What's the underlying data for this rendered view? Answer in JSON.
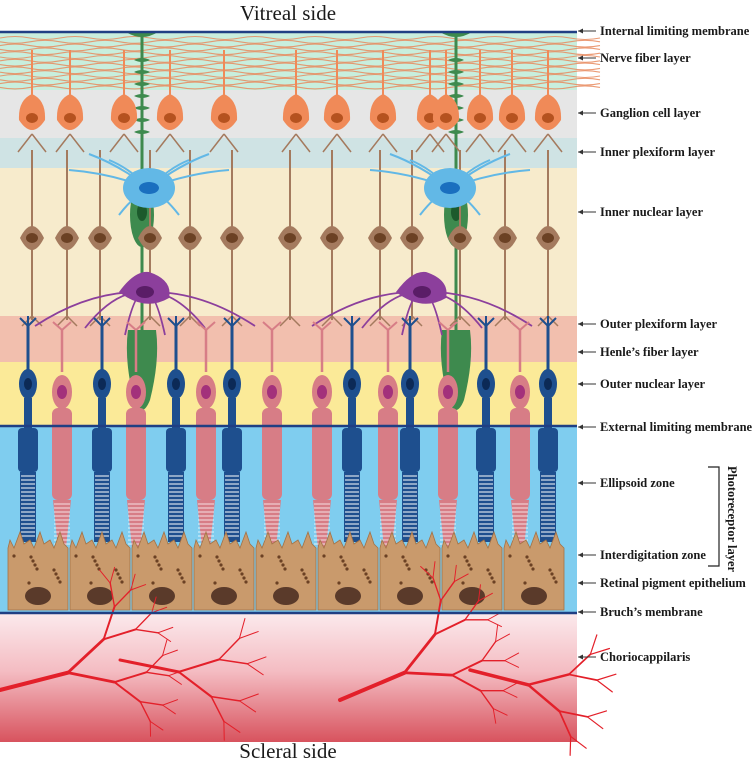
{
  "titles": {
    "top": "Vitreal side",
    "bottom": "Scleral side"
  },
  "layer_labels": [
    "Internal limiting membrane",
    "Nerve fiber layer",
    "Ganglion cell layer",
    "Inner plexiform layer",
    "Inner nuclear layer",
    "Outer plexiform layer",
    "Henle’s fiber layer",
    "Outer nuclear layer",
    "External limiting membrane",
    "Ellipsoid zone",
    "Interdigitation zone",
    "Retinal pigment epithelium",
    "Bruch’s membrane",
    "Choriocappilaris"
  ],
  "bracket_label": "Photoreceptor layer",
  "colors": {
    "nerve_fiber_band": "#c8eedd",
    "ganglion_band": "#e6e6e6",
    "inner_plexiform_band": "#cfe3e4",
    "inner_nuclear_band": "#f7ebcc",
    "outer_plexiform_band": "#f2bfae",
    "outer_nuclear_band": "#fbea98",
    "photoreceptor_band": "#7fcdef",
    "membrane_line": "#1f3f83",
    "nerve_fiber": "#e88a5e",
    "ganglion_cell": "#f08a58",
    "bipolar_cell": "#a47a5e",
    "amacrine_cell": "#62b8e6",
    "horizontal_cell": "#8c3f9c",
    "muller_cell": "#3e8a4e",
    "rod": "#1e4f8e",
    "cone": "#d77d86",
    "rpe_cell": "#c99a6c",
    "choroid_vessel": "#e3202a"
  }
}
